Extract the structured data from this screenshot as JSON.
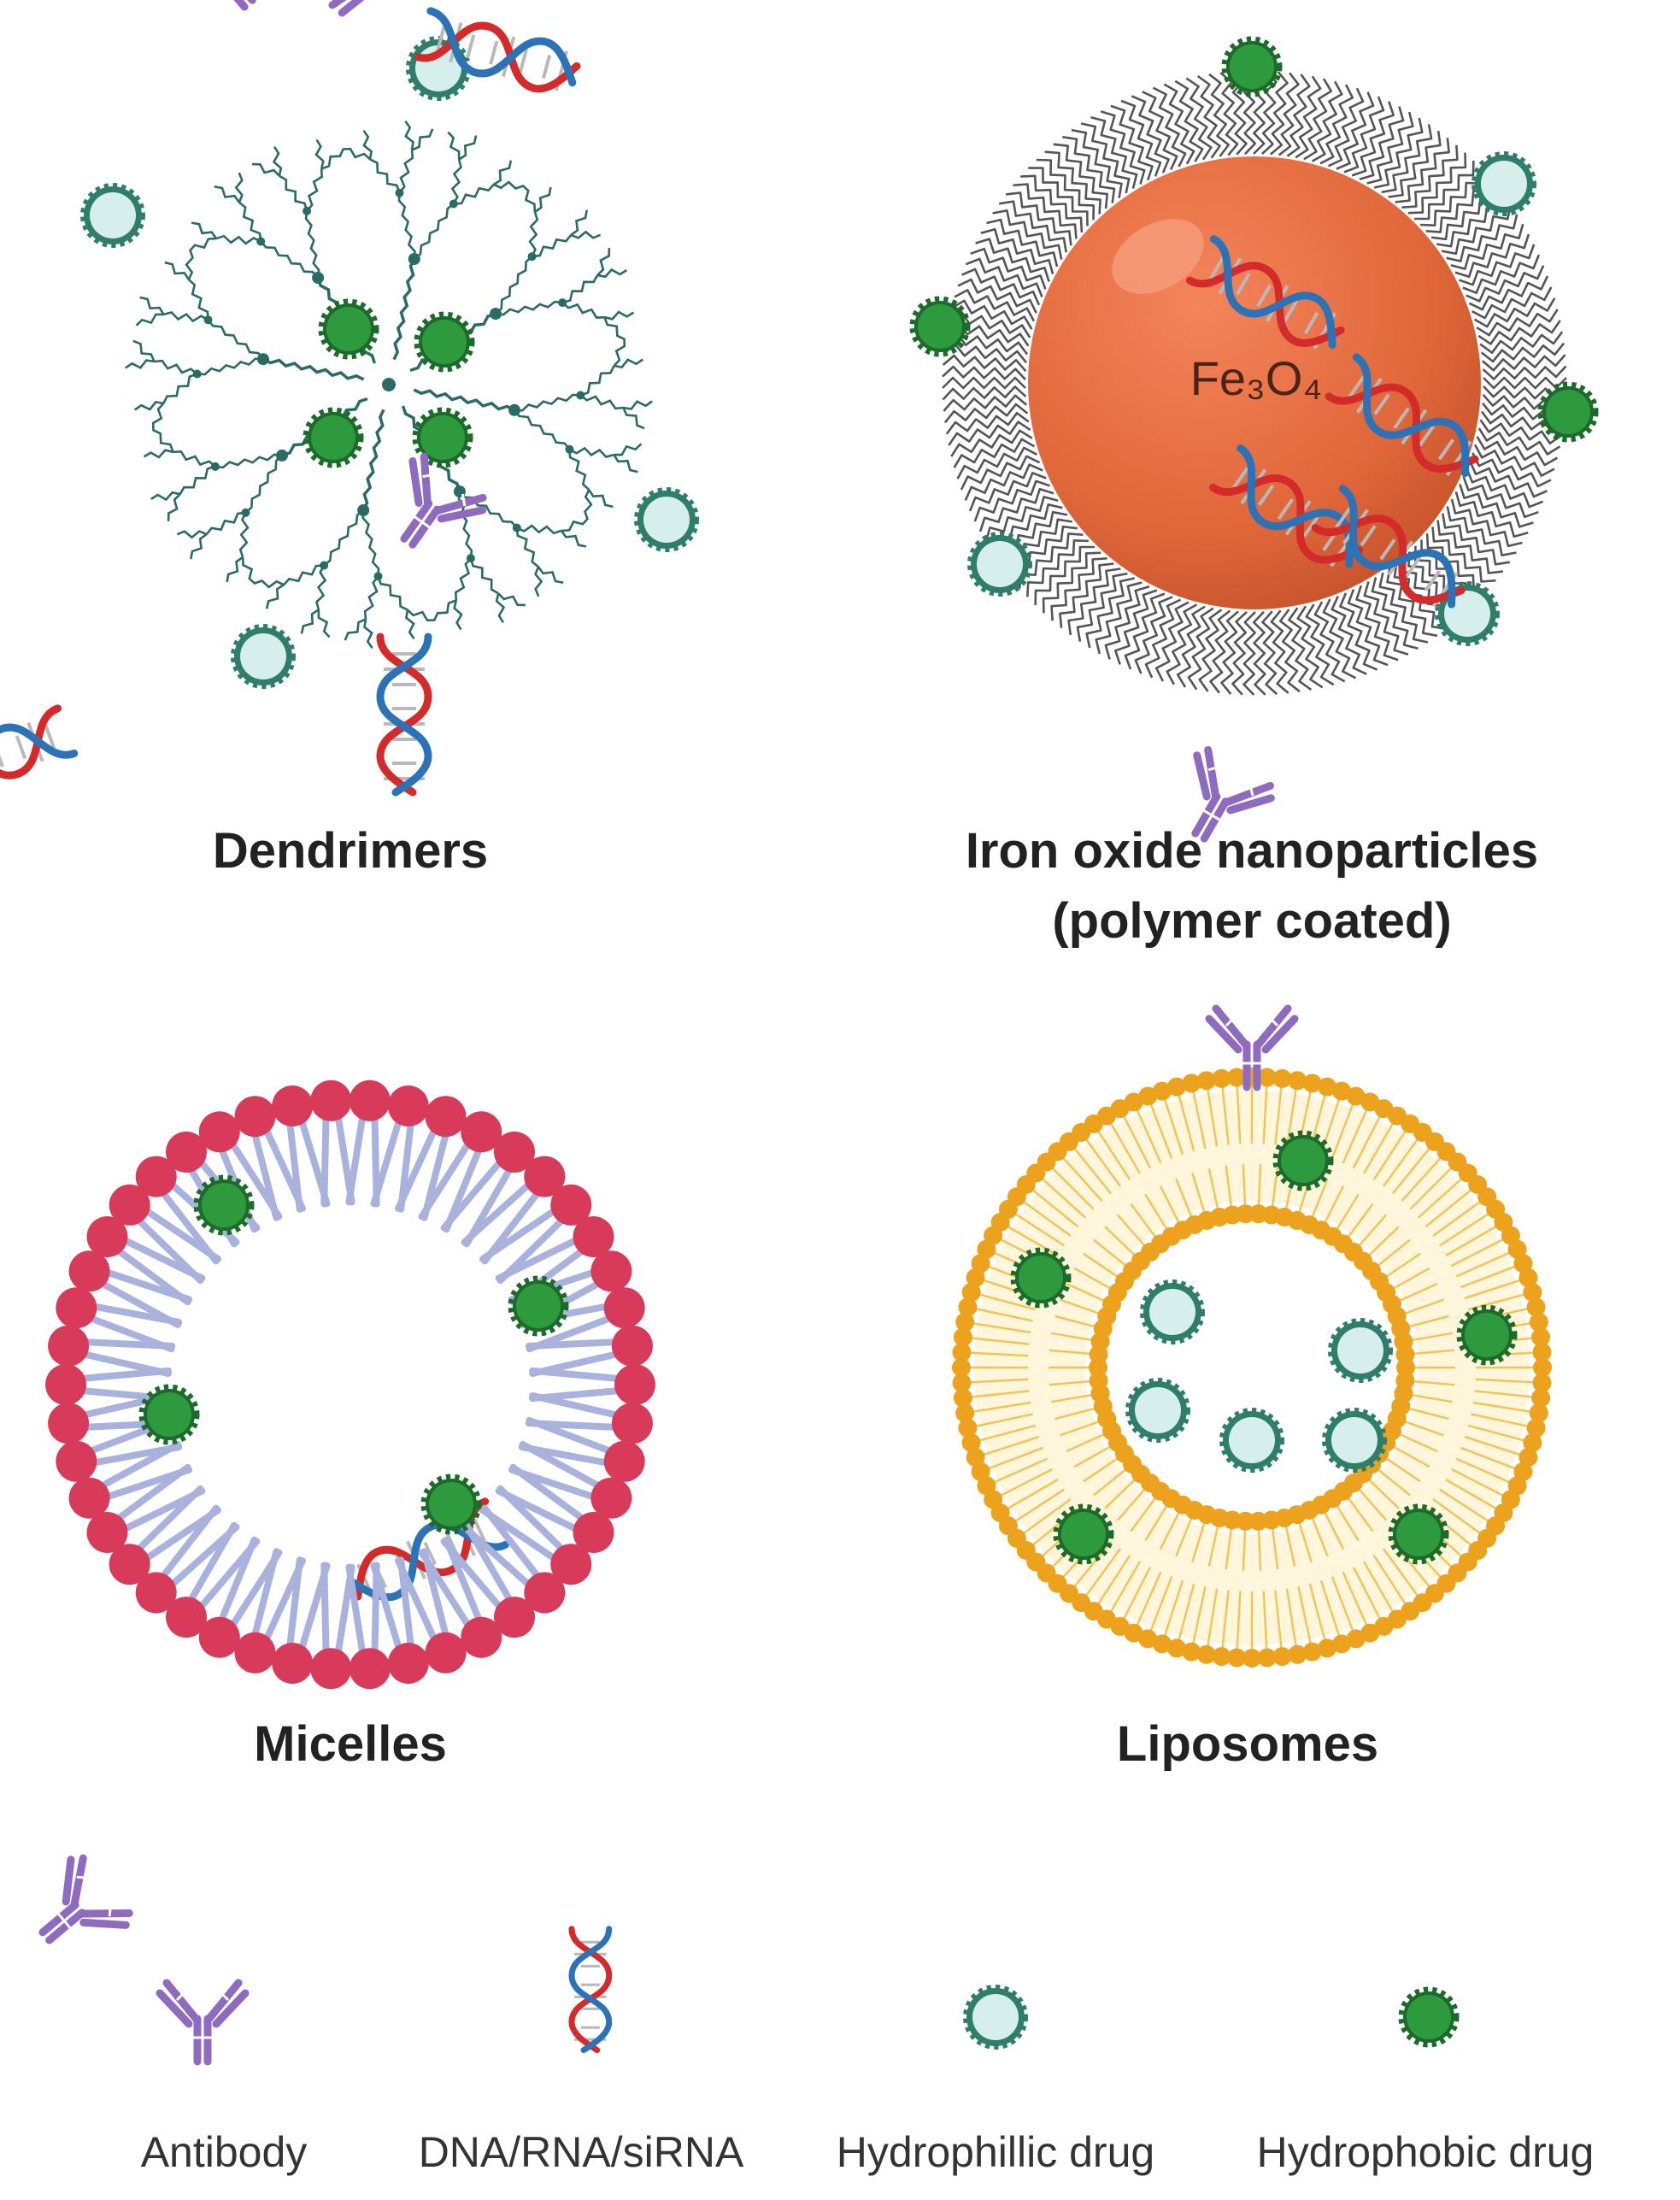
{
  "panels": {
    "dendrimers": {
      "caption": "Dendrimers"
    },
    "iron_oxide": {
      "caption_line1": "Iron oxide nanoparticles",
      "caption_line2": "(polymer coated)",
      "core_formula": "Fe₃O₄"
    },
    "micelles": {
      "caption": "Micelles"
    },
    "liposomes": {
      "caption": "Liposomes"
    }
  },
  "legend": {
    "antibody": "Antibody",
    "dna": "DNA/RNA/siRNA",
    "hydrophilic": "Hydrophillic drug",
    "hydrophobic": "Hydrophobic drug"
  },
  "colors": {
    "antibody": "#8e6bbf",
    "dna_red": "#d42a2a",
    "dna_blue": "#2c72b6",
    "hydrophilic_fill": "#d6efec",
    "hydrophilic_edge": "#2f7d6b",
    "hydrophobic_fill": "#2e9a3e",
    "hydrophobic_edge": "#1c6b2a",
    "dendrimer": "#2b6b66",
    "iron_core": "#e0673a",
    "micelle_head": "#d83b5a",
    "micelle_tail": "#a9b2dc",
    "liposome": "#eda21e"
  }
}
